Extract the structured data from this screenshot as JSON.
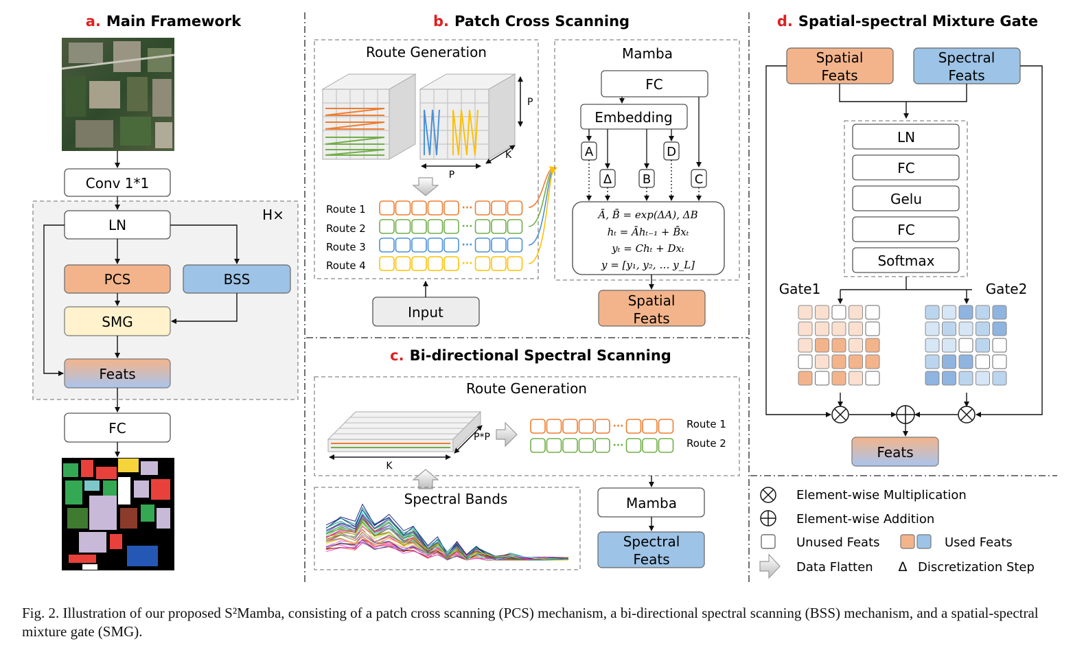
{
  "panels": {
    "a": {
      "letter": "a.",
      "title": "Main Framework"
    },
    "b": {
      "letter": "b.",
      "title": "Patch Cross Scanning"
    },
    "c": {
      "letter": "c.",
      "title": "Bi-directional Spectral Scanning"
    },
    "d": {
      "letter": "d.",
      "title": "Spatial-spectral Mixture Gate"
    }
  },
  "main_framework": {
    "conv": "Conv 1*1",
    "repeat": "H×",
    "ln": "LN",
    "pcs": "PCS",
    "bss": "BSS",
    "smg": "SMG",
    "feats": "Feats",
    "fc": "FC"
  },
  "pcs": {
    "route_generation": "Route Generation",
    "p_label": "P",
    "k_label": "K",
    "routes": [
      "Route 1",
      "Route 2",
      "Route 3",
      "Route 4"
    ],
    "input": "Input",
    "mamba_title": "Mamba",
    "fc": "FC",
    "embedding": "Embedding",
    "params": [
      "A",
      "Δ",
      "B",
      "D",
      "C"
    ],
    "equations": [
      "Ā, B̄ = exp(ΔA), ΔB",
      "hₜ = Āhₜ₋₁ + B̄xₜ",
      "yₜ = Chₜ + Dxₜ",
      "y = [y₁, y₂, … y_L]"
    ],
    "output_line1": "Spatial",
    "output_line2": "Feats"
  },
  "bss": {
    "route_generation": "Route Generation",
    "pp_label": "P*P",
    "k_label": "K",
    "routes": [
      "Route 1",
      "Route 2"
    ],
    "spectral_bands": "Spectral Bands",
    "mamba": "Mamba",
    "output_line1": "Spectral",
    "output_line2": "Feats"
  },
  "smg": {
    "spatial_line1": "Spatial",
    "spatial_line2": "Feats",
    "spectral_line1": "Spectral",
    "spectral_line2": "Feats",
    "layers": [
      "LN",
      "FC",
      "Gelu",
      "FC",
      "Softmax"
    ],
    "gate1": "Gate1",
    "gate2": "Gate2",
    "feats": "Feats",
    "gate1_cells": [
      [
        1,
        1,
        0,
        1,
        0
      ],
      [
        1,
        1,
        1,
        1,
        0
      ],
      [
        1,
        2,
        2,
        1,
        2
      ],
      [
        0,
        1,
        2,
        2,
        2
      ],
      [
        2,
        0,
        2,
        1,
        0
      ]
    ],
    "gate2_cells": [
      [
        2,
        1,
        3,
        2,
        3
      ],
      [
        1,
        2,
        1,
        2,
        3
      ],
      [
        1,
        1,
        0,
        2,
        0
      ],
      [
        2,
        3,
        3,
        0,
        0
      ],
      [
        3,
        3,
        2,
        1,
        2
      ]
    ]
  },
  "legend": {
    "mult": "Element-wise Multiplication",
    "add": "Element-wise Addition",
    "unused": "Unused Feats",
    "used": "Used Feats",
    "flatten": "Data Flatten",
    "delta_symbol": "Δ",
    "discretization": "Discretization Step"
  },
  "caption": {
    "text": "Fig. 2.  Illustration of our proposed S²Mamba, consisting of a patch cross scanning (PCS) mechanism, a bi-directional spectral scanning (BSS) mechanism, and a spatial-spectral mixture gate (SMG)."
  },
  "colors": {
    "panel_letter": "#e02020",
    "orange_fill": "#f3b48b",
    "blue_fill": "#9dc3e6",
    "smg_fill": "#fff2cc",
    "gray_fill": "#f2f2f2",
    "route_orange": "#ed7d31",
    "route_green": "#70ad47",
    "route_blue": "#4a90d9",
    "route_yellow": "#ffc000"
  }
}
